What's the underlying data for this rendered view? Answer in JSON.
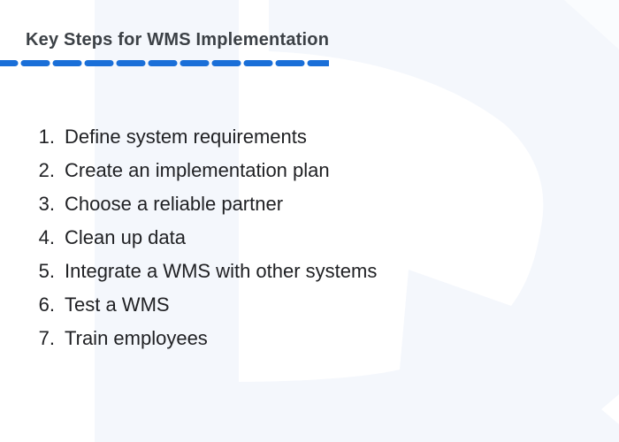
{
  "slide": {
    "title": "Key Steps for WMS Implementation",
    "accent_color": "#1a6fd8",
    "watermark_color": "#f4f7fc",
    "text_color": "#202124"
  },
  "list": {
    "items": [
      {
        "number": "1.",
        "text": "Define system requirements"
      },
      {
        "number": "2.",
        "text": "Create an implementation plan"
      },
      {
        "number": "3.",
        "text": "Choose a reliable partner"
      },
      {
        "number": "4.",
        "text": "Clean up data"
      },
      {
        "number": "5.",
        "text": "Integrate a WMS with other systems"
      },
      {
        "number": "6.",
        "text": "Test a WMS"
      },
      {
        "number": "7.",
        "text": "Train employees"
      }
    ]
  }
}
